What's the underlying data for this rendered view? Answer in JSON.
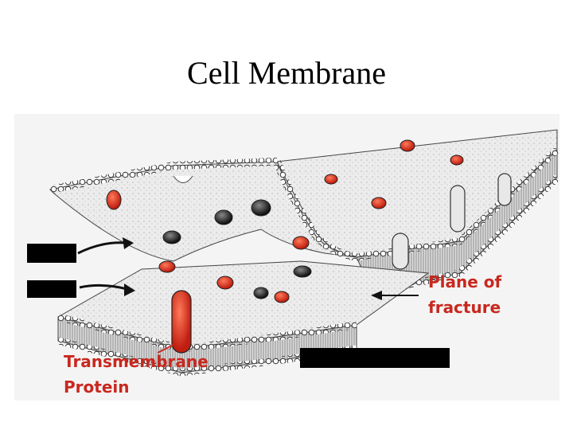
{
  "slide": {
    "title": "Cell Membrane"
  },
  "labels": {
    "plane_of_fracture": [
      "Plane of",
      "fracture"
    ],
    "transmembrane_protein": [
      "Transmembrane",
      "Protein"
    ]
  },
  "colors": {
    "label_red": "#c8281e",
    "protein_red": "#d8301e",
    "membrane_fill": "#e6e6e6",
    "redaction": "#000000"
  }
}
